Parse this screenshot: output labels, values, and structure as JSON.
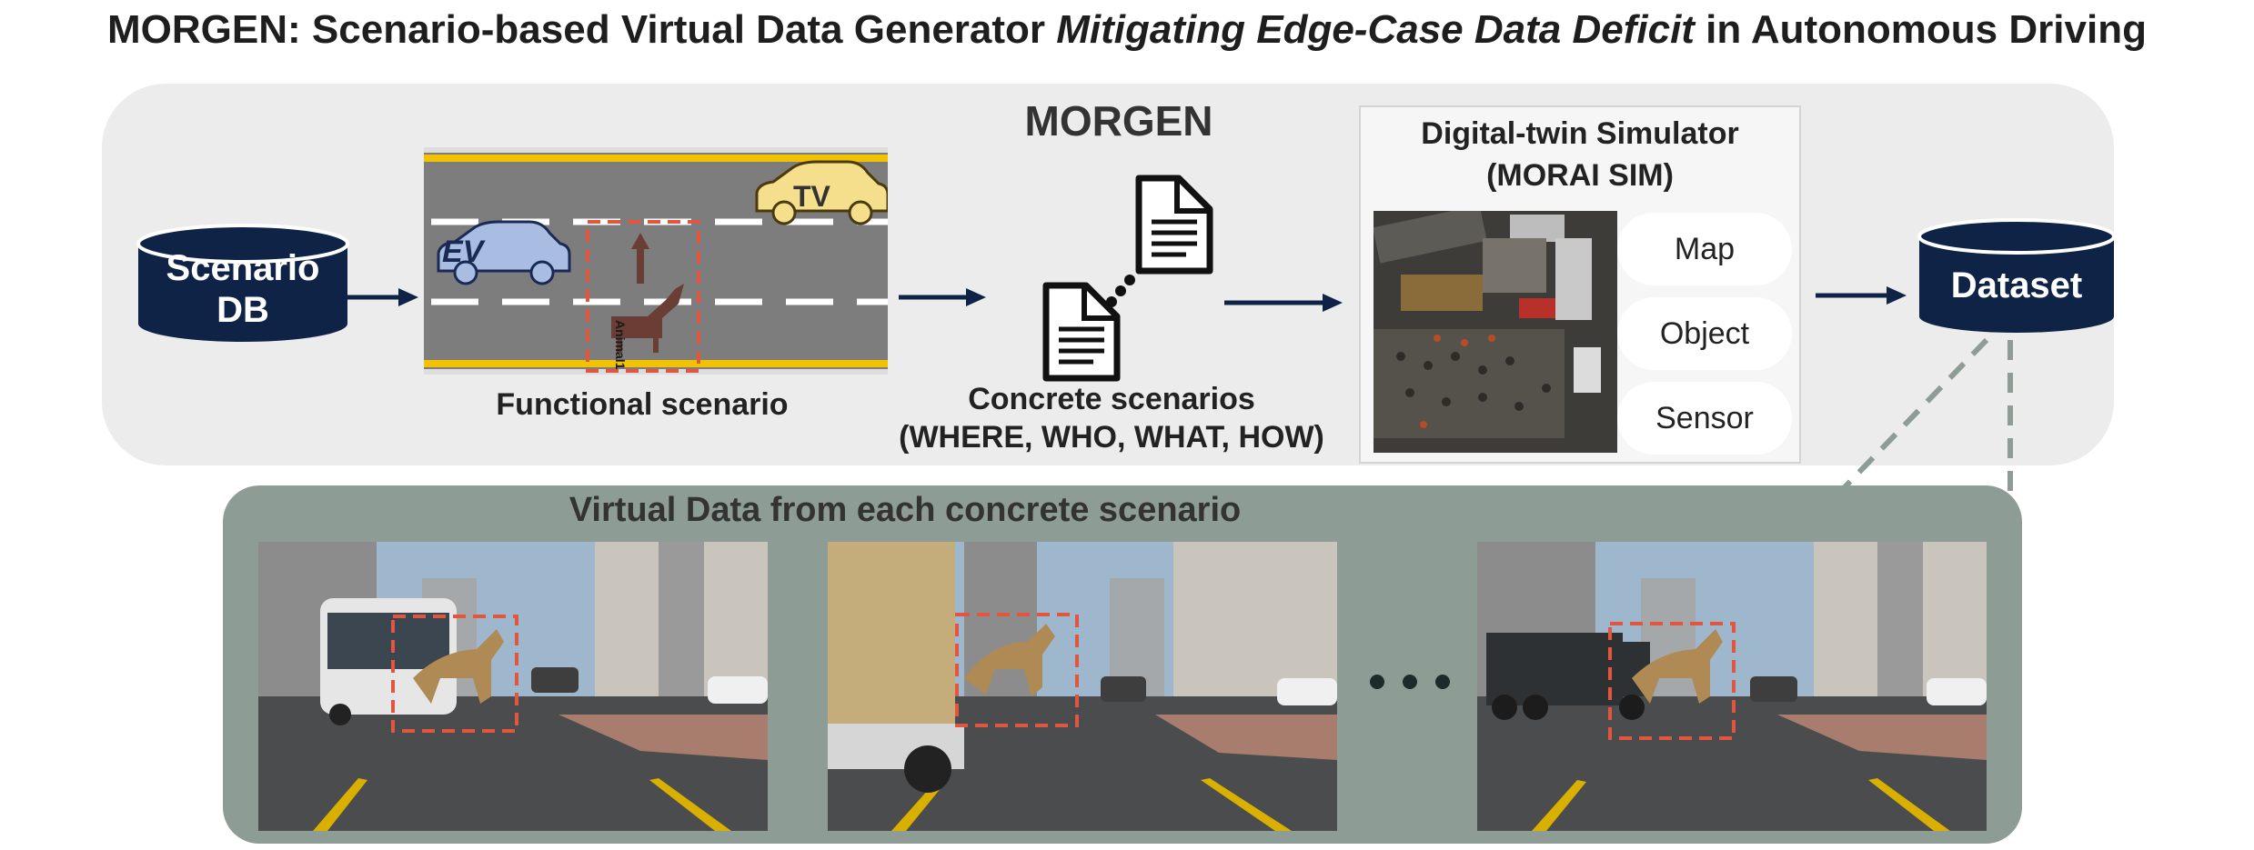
{
  "title": {
    "prefix": "MORGEN: Scenario-based Virtual Data Generator ",
    "emphasis": "Mitigating Edge-Case Data Deficit",
    "suffix": " in Autonomous Driving"
  },
  "pipeline": {
    "heading": "MORGEN",
    "scenario_db": {
      "line1": "Scenario",
      "line2": "DB"
    },
    "functional_scenario": {
      "caption": "Functional scenario",
      "vehicle_ev": "EV",
      "vehicle_tv": "TV",
      "animal_label": "Animal1"
    },
    "concrete_scenarios": {
      "line1": "Concrete scenarios",
      "line2": "(WHERE, WHO, WHAT, HOW)"
    },
    "simulator": {
      "line1": "Digital-twin Simulator",
      "line2": "(MORAI SIM)",
      "components": [
        "Map",
        "Object",
        "Sensor"
      ]
    },
    "dataset": "Dataset"
  },
  "virtual_data": {
    "heading": "Virtual Data from each concrete scenario",
    "frames": [
      "bus-frame",
      "truck-frame",
      "dump-truck-frame"
    ]
  },
  "colors": {
    "navy": "#0f2347",
    "panel_grey": "#ececec",
    "panel_green": "#8e9c96",
    "highlight_red": "#e0563f",
    "road_grey": "#7d7d7d",
    "lane_yellow": "#f2c200"
  }
}
